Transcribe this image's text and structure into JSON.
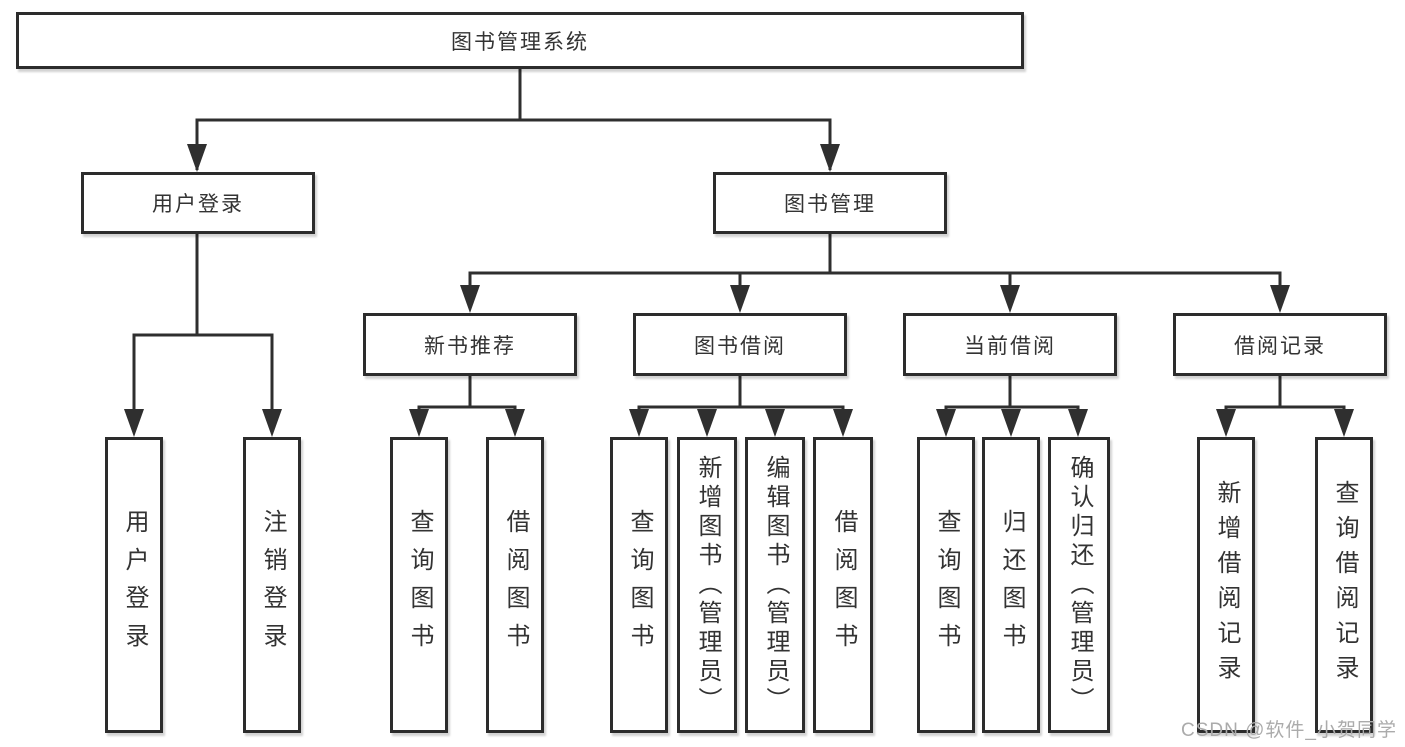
{
  "diagram": {
    "nodes": {
      "root": "图书管理系统",
      "user_login": "用户登录",
      "book_mgmt": "图书管理",
      "new_book_rec": "新书推荐",
      "book_borrow": "图书借阅",
      "current_borrow": "当前借阅",
      "borrow_record": "借阅记录",
      "leaf_user_login": "用户登录",
      "leaf_logout": "注销登录",
      "leaf_nb_query": "查询图书",
      "leaf_nb_borrow": "借阅图书",
      "leaf_bb_query": "查询图书",
      "leaf_bb_add": "新增图书（管理员）",
      "leaf_bb_edit": "编辑图书（管理员）",
      "leaf_bb_borrow": "借阅图书",
      "leaf_cb_query": "查询图书",
      "leaf_cb_return": "归还图书",
      "leaf_cb_confirm": "确认归还（管理员）",
      "leaf_br_add": "新增借阅记录",
      "leaf_br_query": "查询借阅记录"
    },
    "structure": {
      "图书管理系统": [
        "用户登录",
        "图书管理"
      ],
      "用户登录": [
        "用户登录",
        "注销登录"
      ],
      "图书管理": [
        "新书推荐",
        "图书借阅",
        "当前借阅",
        "借阅记录"
      ],
      "新书推荐": [
        "查询图书",
        "借阅图书"
      ],
      "图书借阅": [
        "查询图书",
        "新增图书（管理员）",
        "编辑图书（管理员）",
        "借阅图书"
      ],
      "当前借阅": [
        "查询图书",
        "归还图书",
        "确认归还（管理员）"
      ],
      "借阅记录": [
        "新增借阅记录",
        "查询借阅记录"
      ]
    },
    "watermark": "CSDN @软件_小贺同学",
    "colors": {
      "line": "#2f2f2f",
      "text": "#333333",
      "watermark": "#ababab",
      "background": "#ffffff"
    }
  }
}
